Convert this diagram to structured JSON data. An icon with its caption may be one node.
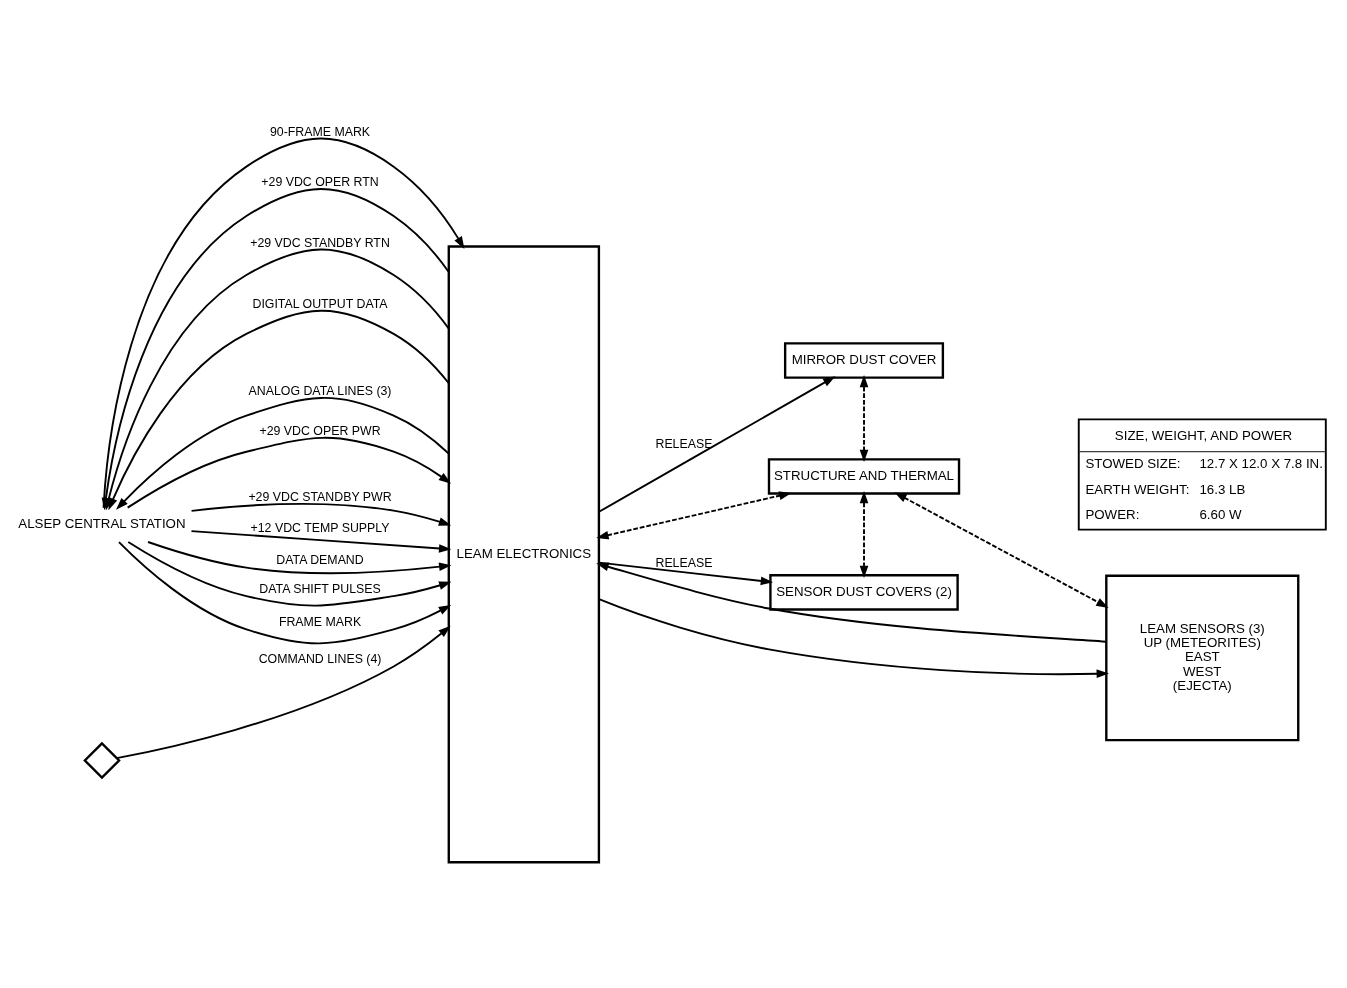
{
  "diagram": {
    "nodes": [
      {
        "text": [
          "MIRROR DUST COVER"
        ]
      },
      {
        "text": [
          "STRUCTURE AND THERMAL"
        ]
      },
      {
        "text": [
          "SENSOR DUST COVERS (2)"
        ]
      },
      {
        "text": [
          "LEAM ELECTRONICS"
        ]
      },
      {
        "text": [
          "LEAM SENSORS (3)",
          "UP (METEORITES)",
          "EAST",
          "WEST",
          "(EJECTA)"
        ]
      },
      {
        "text": [
          "ALSEP CENTRAL STATION"
        ]
      },
      {
        "text": [],
        "shape": "diamond"
      },
      {
        "text": [
          "SIZE, WEIGHT, AND POWER",
          "STOWED SIZE:",
          "12.7 X 12.0 X 7.8 IN.",
          "EARTH WEIGHT:",
          "16.3 LB",
          "POWER:",
          "6.60 W"
        ]
      }
    ],
    "edges": [
      {
        "from": 3,
        "to": 0,
        "arrow": "to",
        "label": "RELEASE"
      },
      {
        "from": 0,
        "to": 1,
        "arrow": "both",
        "style": "dashed"
      },
      {
        "from": 1,
        "to": 2,
        "arrow": "both",
        "style": "dashed"
      },
      {
        "from": 3,
        "to": 1,
        "arrow": "both",
        "style": "dashed"
      },
      {
        "from": 1,
        "to": 4,
        "arrow": "both",
        "style": "dashed"
      },
      {
        "from": 3,
        "to": 2,
        "arrow": "to",
        "label": "RELEASE"
      },
      {
        "from": 3,
        "to": 4,
        "arrow": "to"
      },
      {
        "from": 4,
        "to": 3,
        "arrow": "to"
      },
      {
        "from": 6,
        "to": 3,
        "arrow": "to",
        "label": "COMMAND LINES (4)"
      },
      {
        "from": 5,
        "to": 3,
        "arrow": "to",
        "label": "+29 VDC OPER PWR"
      },
      {
        "from": 3,
        "to": 5,
        "arrow": "to",
        "label": "+29 VDC OPER RTN"
      },
      {
        "from": 5,
        "to": 3,
        "arrow": "to",
        "label": "+29 VDC STANDBY PWR"
      },
      {
        "from": 3,
        "to": 5,
        "arrow": "to",
        "label": "+29 VDC STANDBY RTN"
      },
      {
        "from": 5,
        "to": 3,
        "arrow": "to",
        "label": "+12 VDC TEMP SUPPLY"
      },
      {
        "from": 5,
        "to": 3,
        "arrow": "to",
        "label": "DATA DEMAND"
      },
      {
        "from": 5,
        "to": 3,
        "arrow": "to",
        "label": "DATA SHIFT PULSES"
      },
      {
        "from": 5,
        "to": 3,
        "arrow": "to",
        "label": "FRAME MARK"
      },
      {
        "from": 5,
        "to": 3,
        "arrow": "to",
        "label": "90-FRAME MARK"
      },
      {
        "from": 3,
        "to": 5,
        "arrow": "to",
        "label": "DIGITAL OUTPUT DATA"
      },
      {
        "from": 3,
        "to": 5,
        "arrow": "to",
        "label": "ANALOG DATA LINES (3)"
      }
    ]
  }
}
